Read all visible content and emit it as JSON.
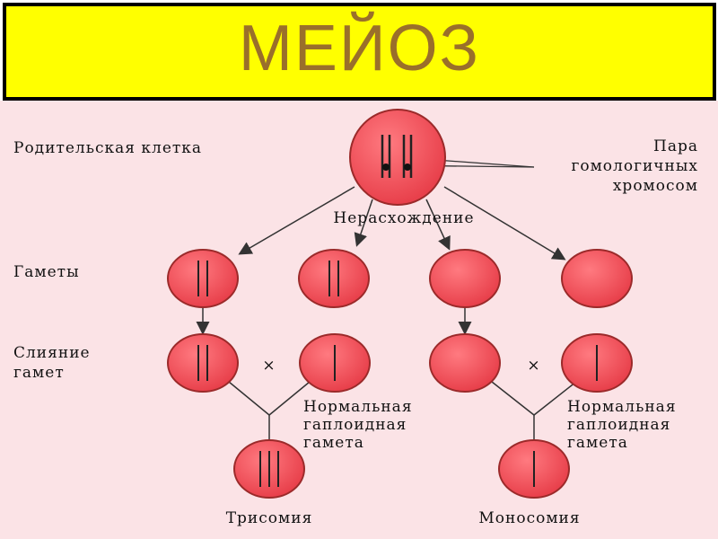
{
  "title": "МЕЙОЗ",
  "labels": {
    "parent_cell": "Родительская клетка",
    "pair_line1": "Пара",
    "pair_line2": "гомологичных",
    "pair_line3": "хромосом",
    "nondisjunction": "Нерасхождение",
    "gametes": "Гаметы",
    "fusion_line1": "Слияние",
    "fusion_line2": "гамет",
    "cross": "×",
    "normal_left_line1": "Нормальная",
    "normal_left_line2": "гаплоидная",
    "normal_left_line3": "гамета",
    "normal_right_line1": "Нормальная",
    "normal_right_line2": "гаплоидная",
    "normal_right_line3": "гамета",
    "trisomy": "Трисомия",
    "monosomy": "Моносомия"
  },
  "colors": {
    "cell_fill": "#f0505a",
    "cell_stroke": "#9b2a2a",
    "title_color": "#9a6f2a",
    "title_bg": "#ffff00",
    "panel_bg": "#fbe3e6"
  }
}
